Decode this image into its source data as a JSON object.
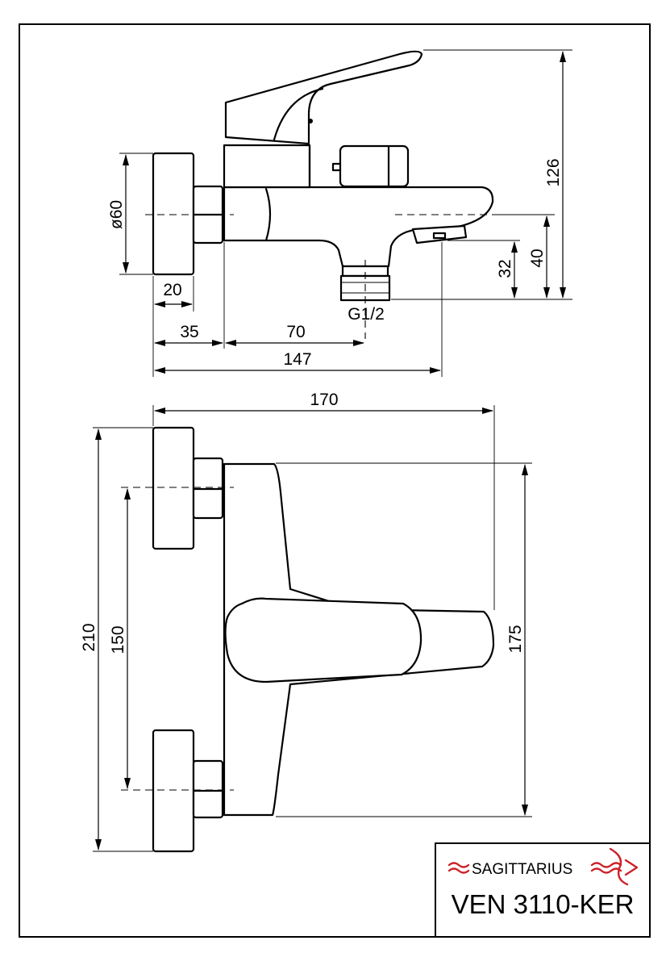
{
  "drawing": {
    "side_view": {
      "dimensions": {
        "flange_diameter": "ø60",
        "flange_depth": "20",
        "wall_to_body": "35",
        "body_to_outlet": "70",
        "total_depth": "147",
        "total_height": "126",
        "spout_height": "40",
        "outlet_height": "32",
        "thread": "G1/2"
      }
    },
    "front_view": {
      "dimensions": {
        "overall_width": "170",
        "overall_height": "210",
        "connection_spacing": "150",
        "body_height": "175"
      }
    }
  },
  "title_block": {
    "brand": "SAGITTARIUS",
    "brand_color": "#cc2229",
    "model": "VEN 3110-KER"
  }
}
